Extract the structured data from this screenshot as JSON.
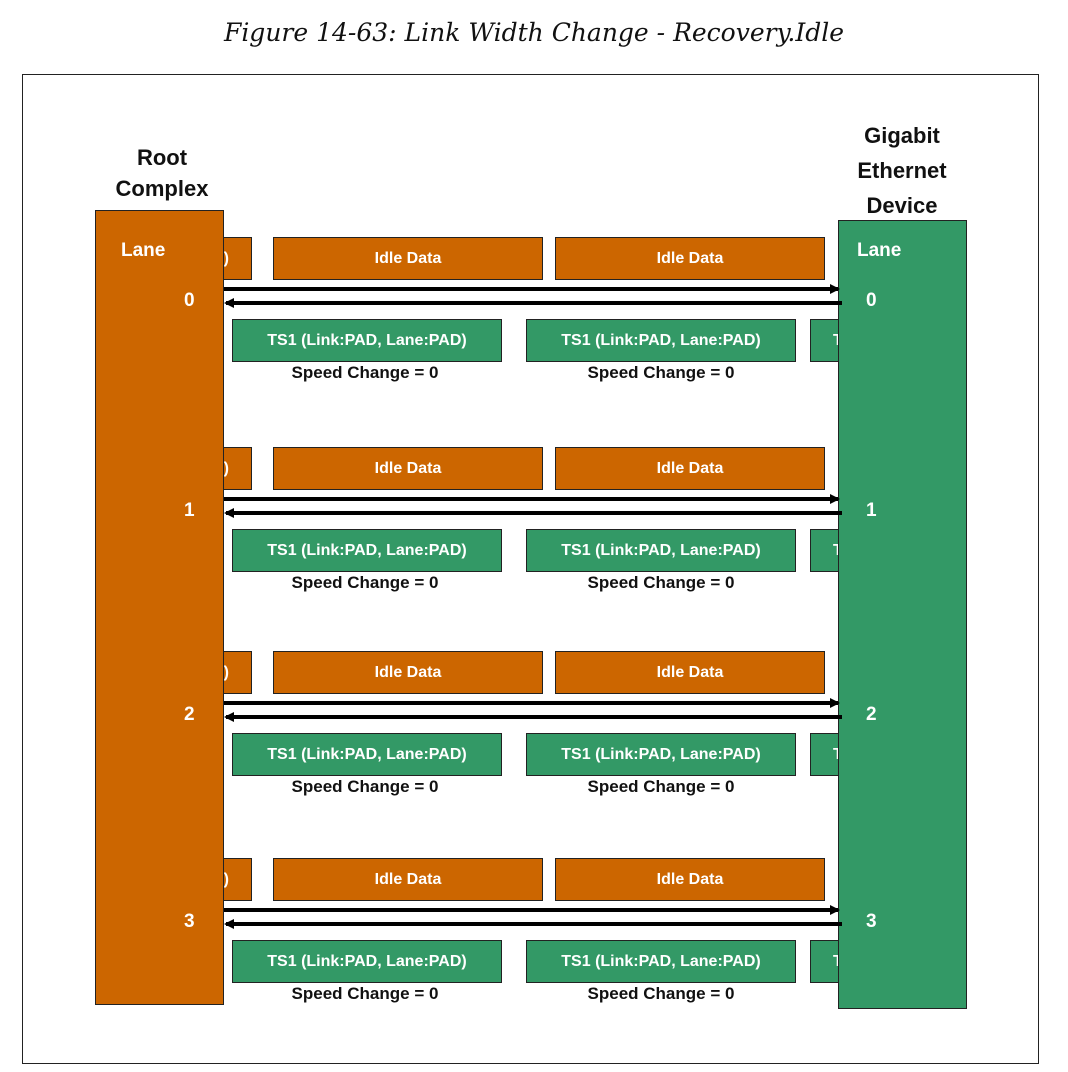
{
  "caption": "Figure 14-63: Link Width Change - Recovery.Idle",
  "left_device": {
    "title_line1": "Root",
    "title_line2": "Complex",
    "lane_label": "Lane",
    "color": "#cc6600"
  },
  "right_device": {
    "title_line1": "Gigabit",
    "title_line2": "Ethernet",
    "title_line3": "Device",
    "lane_label": "Lane",
    "color": "#339966"
  },
  "lanes": [
    {
      "number": "0",
      "idle_partial": ")",
      "idle": [
        "Idle Data",
        "Idle Data"
      ],
      "ts1": [
        "TS1 (Link:PAD, Lane:PAD)",
        "TS1 (Link:PAD, Lane:PAD)"
      ],
      "ts1_partial": "T",
      "speed": [
        "Speed Change = 0",
        "Speed Change = 0"
      ]
    },
    {
      "number": "1",
      "idle_partial": ")",
      "idle": [
        "Idle Data",
        "Idle Data"
      ],
      "ts1": [
        "TS1 (Link:PAD, Lane:PAD)",
        "TS1 (Link:PAD, Lane:PAD)"
      ],
      "ts1_partial": "T",
      "speed": [
        "Speed Change = 0",
        "Speed Change = 0"
      ]
    },
    {
      "number": "2",
      "idle_partial": ")",
      "idle": [
        "Idle Data",
        "Idle Data"
      ],
      "ts1": [
        "TS1 (Link:PAD, Lane:PAD)",
        "TS1 (Link:PAD, Lane:PAD)"
      ],
      "ts1_partial": "T",
      "speed": [
        "Speed Change = 0",
        "Speed Change = 0"
      ]
    },
    {
      "number": "3",
      "idle_partial": ")",
      "idle": [
        "Idle Data",
        "Idle Data"
      ],
      "ts1": [
        "TS1 (Link:PAD, Lane:PAD)",
        "TS1 (Link:PAD, Lane:PAD)"
      ],
      "ts1_partial": "T",
      "speed": [
        "Speed Change = 0",
        "Speed Change = 0"
      ]
    }
  ]
}
